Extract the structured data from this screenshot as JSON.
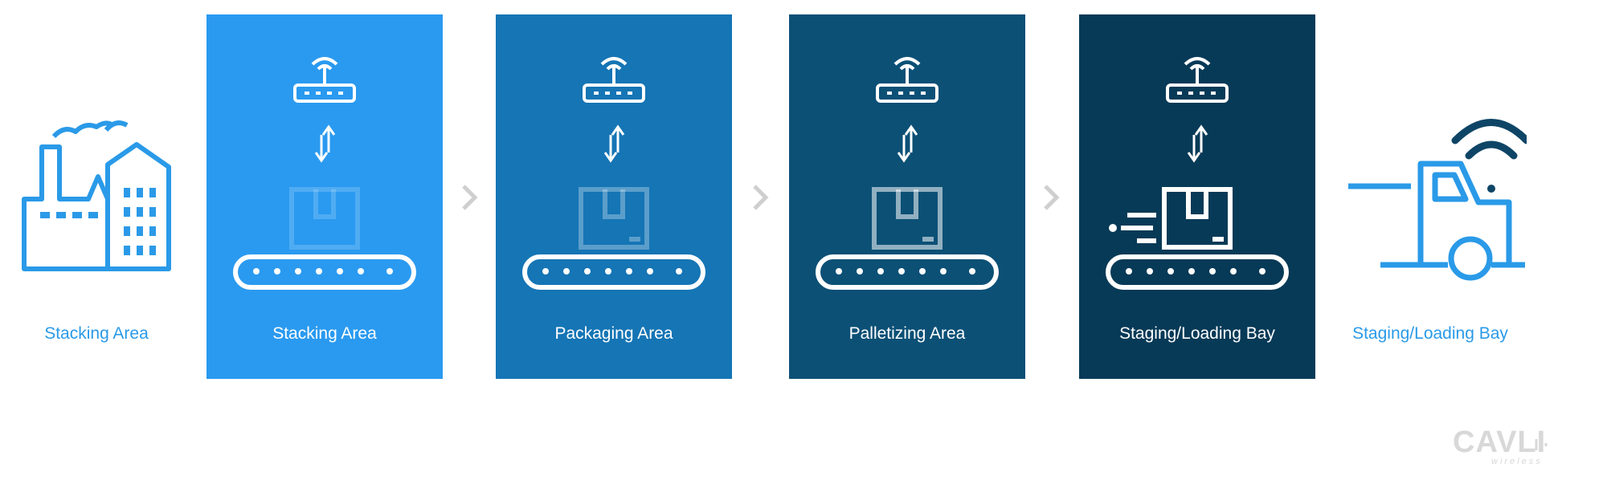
{
  "stages": [
    {
      "label": "Stacking Area",
      "color": "#2a9af0"
    },
    {
      "label": "Packaging Area",
      "color": "#1575b5"
    },
    {
      "label": "Palletizing Area",
      "color": "#0c5076"
    },
    {
      "label": "Staging/Loading Bay",
      "color": "#073a57"
    }
  ],
  "left_label": "Stacking Area",
  "right_label": "Staging/Loading Bay",
  "colors": {
    "accent": "#2a9ae8",
    "dark_wifi": "#0e4566",
    "arrow_gray": "#cfcfcf"
  },
  "brand": {
    "name": "CAVLI",
    "sub": "wireless"
  }
}
